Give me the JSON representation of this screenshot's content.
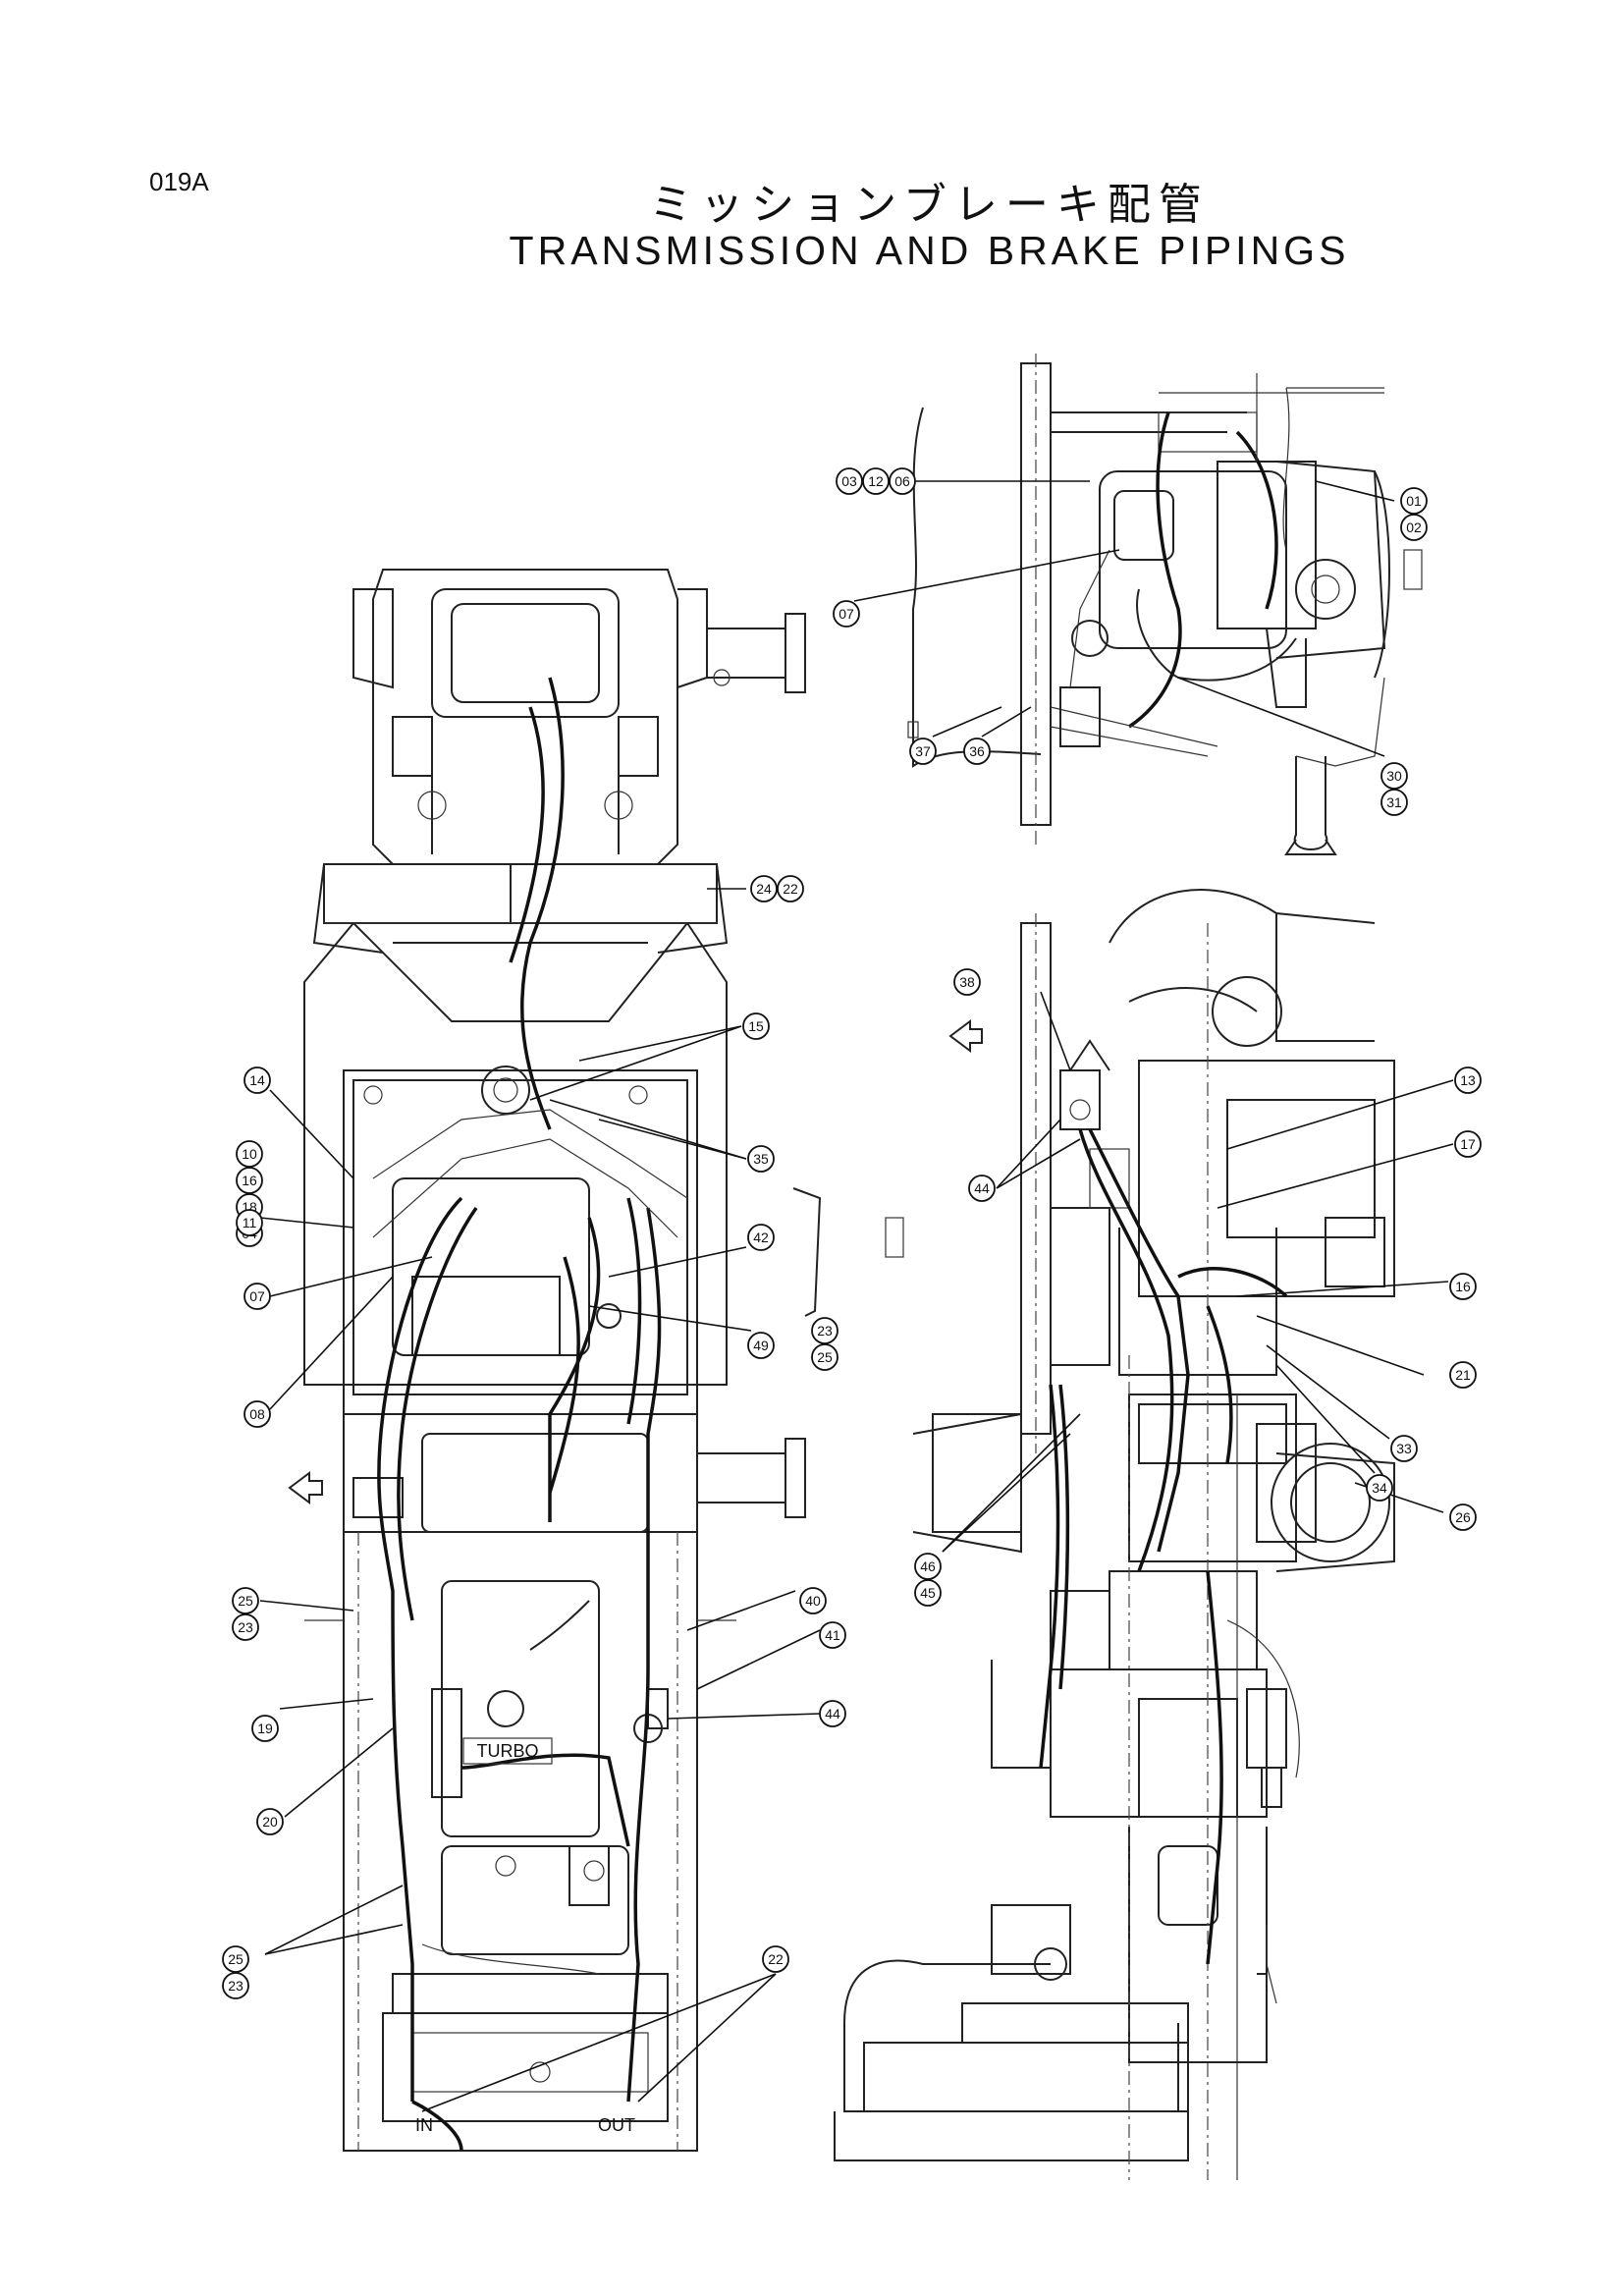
{
  "page_code": "019A",
  "title_jp": "ミッションブレーキ配管",
  "title_en": "TRANSMISSION AND BRAKE PIPINGS",
  "callouts": [
    {
      "id": "c-03-12-06",
      "label": "03 12 06"
    },
    {
      "id": "c-01-02",
      "label": "01 02"
    },
    {
      "id": "c-07-top",
      "label": "07"
    },
    {
      "id": "c-37",
      "label": "37"
    },
    {
      "id": "c-36",
      "label": "36"
    },
    {
      "id": "c-30-31",
      "label": "30 31"
    },
    {
      "id": "c-24-22",
      "label": "24 22"
    },
    {
      "id": "c-15",
      "label": "15"
    },
    {
      "id": "c-14",
      "label": "14"
    },
    {
      "id": "c-10-16-18-04",
      "label": "10 16 18 04"
    },
    {
      "id": "c-11",
      "label": "11"
    },
    {
      "id": "c-07-left",
      "label": "07"
    },
    {
      "id": "c-08",
      "label": "08"
    },
    {
      "id": "c-35",
      "label": "35"
    },
    {
      "id": "c-42",
      "label": "42"
    },
    {
      "id": "c-23-25-mid",
      "label": "23 25"
    },
    {
      "id": "c-49",
      "label": "49"
    },
    {
      "id": "c-25-23-upper",
      "label": "25 23"
    },
    {
      "id": "c-40",
      "label": "40"
    },
    {
      "id": "c-41",
      "label": "41"
    },
    {
      "id": "c-19",
      "label": "19"
    },
    {
      "id": "c-20",
      "label": "20"
    },
    {
      "id": "c-44-left",
      "label": "44"
    },
    {
      "id": "c-25-23-lower",
      "label": "25 23"
    },
    {
      "id": "c-22",
      "label": "22"
    },
    {
      "id": "c-38",
      "label": "38"
    },
    {
      "id": "c-13",
      "label": "13"
    },
    {
      "id": "c-44-right",
      "label": "44"
    },
    {
      "id": "c-17",
      "label": "17"
    },
    {
      "id": "c-16",
      "label": "16"
    },
    {
      "id": "c-21",
      "label": "21"
    },
    {
      "id": "c-33",
      "label": "33"
    },
    {
      "id": "c-34",
      "label": "34"
    },
    {
      "id": "c-26",
      "label": "26"
    },
    {
      "id": "c-46-45",
      "label": "46 45"
    }
  ],
  "labels": {
    "turbo": "TURBO",
    "port_in": "IN",
    "port_out": "OUT"
  }
}
